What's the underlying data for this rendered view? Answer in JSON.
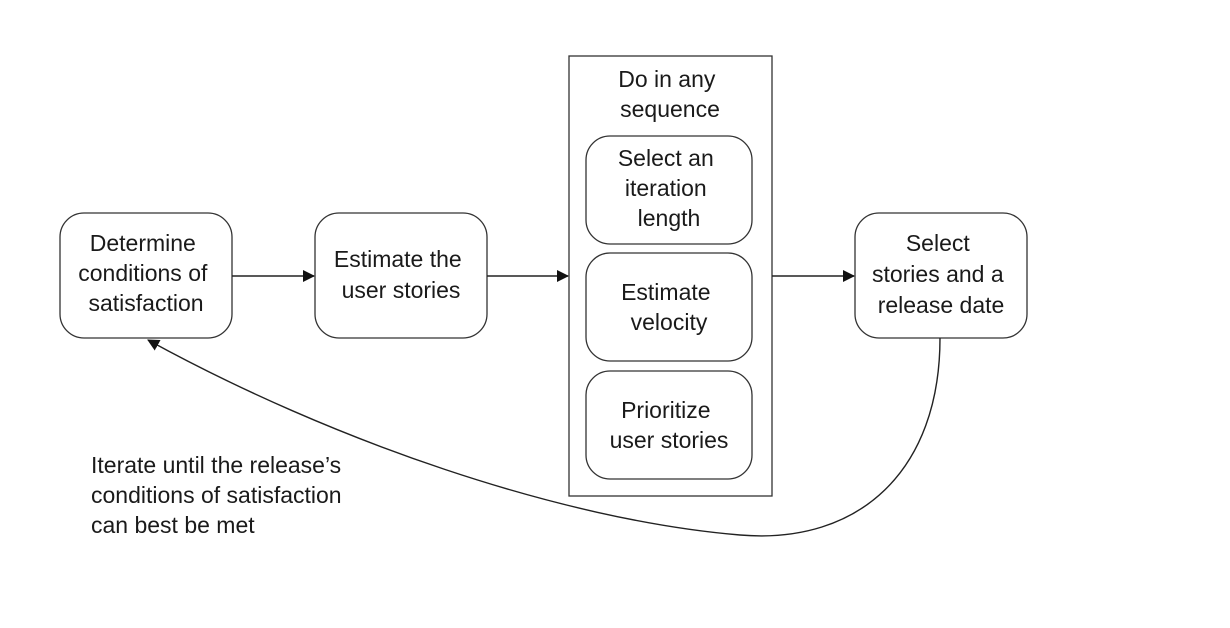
{
  "nodes": {
    "determine": [
      "Determine",
      "conditions of",
      "satisfaction"
    ],
    "estimate_stories": [
      "Estimate the",
      "user stories"
    ],
    "group_title": [
      "Do in any",
      "sequence"
    ],
    "iteration_length": [
      "Select an",
      "iteration",
      "length"
    ],
    "velocity": [
      "Estimate",
      "velocity"
    ],
    "prioritize": [
      "Prioritize",
      "user stories"
    ],
    "select_release": [
      "Select",
      "stories and a",
      "release date"
    ]
  },
  "iterate_note": [
    "Iterate until the release’s",
    "conditions of satisfaction",
    "can best be met"
  ]
}
